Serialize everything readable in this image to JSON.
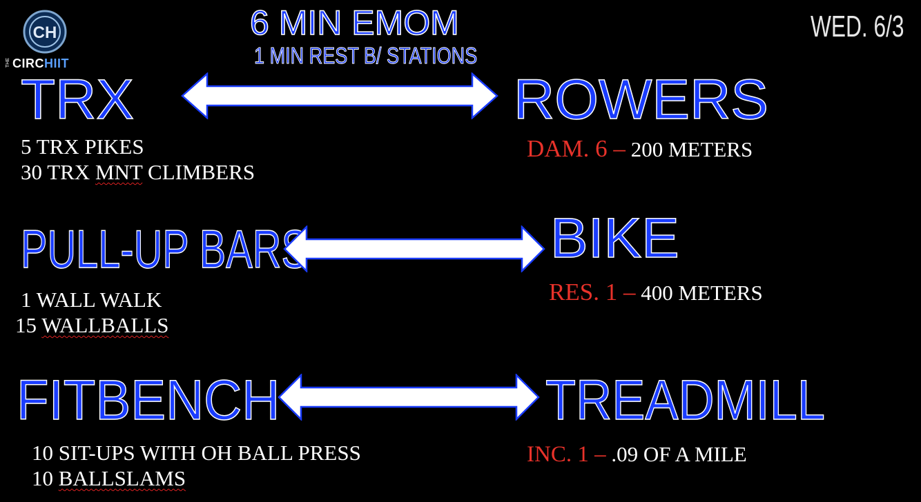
{
  "header": {
    "title": "6 MIN EMOM",
    "subtitle": "1 MIN REST B/ STATIONS",
    "date": "WED. 6/3"
  },
  "logo": {
    "text": "CIRCHIIT",
    "monogram": "CH",
    "prefix": "THE",
    "icon": "circhiit-logo-icon"
  },
  "colors": {
    "station_blue": "#1a3cff",
    "accent_red": "#e8322a",
    "text_white": "#ffffff",
    "background": "#000000"
  },
  "stations": [
    {
      "left": {
        "name": "TRX",
        "lines": [
          "5 TRX PIKES",
          "30 TRX ",
          "MNT",
          " CLIMBERS"
        ]
      },
      "right": {
        "name": "ROWERS",
        "setting": "DAM. 6 –",
        "target": "200 METERS"
      }
    },
    {
      "left": {
        "name": "PULL-UP BARS",
        "lines": [
          "1 WALL WALK",
          "15 ",
          "WALLBALLS"
        ]
      },
      "right": {
        "name": "BIKE",
        "setting": "RES. 1 –",
        "target": "400 METERS"
      }
    },
    {
      "left": {
        "name": "FITBENCH",
        "lines": [
          "10 SIT-UPS WITH OH BALL PRESS",
          "10 ",
          "BALLSLAMS"
        ]
      },
      "right": {
        "name": "TREADMILL",
        "setting": "INC. 1 –",
        "target": ".09 OF A MILE"
      }
    }
  ]
}
